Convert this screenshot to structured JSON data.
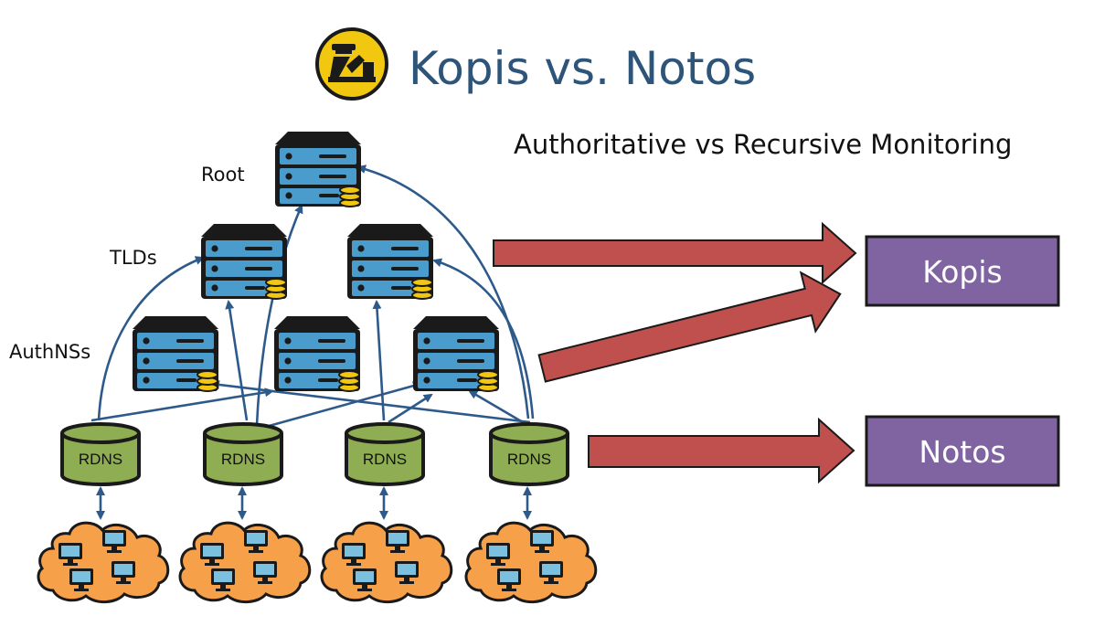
{
  "header": {
    "title": "Kopis vs. Notos",
    "logo_icon": "inspector-at-desk-icon",
    "subtitle": "Authoritative vs Recursive Monitoring"
  },
  "tiers": {
    "root": "Root",
    "tlds": "TLDs",
    "authns": "AuthNSs"
  },
  "resolvers": [
    "RDNS",
    "RDNS",
    "RDNS",
    "RDNS"
  ],
  "systems": {
    "kopis": "Kopis",
    "notos": "Notos"
  },
  "colors": {
    "title": "#2d5479",
    "server": "#4a9ccc",
    "database": "#8fad52",
    "cloud": "#f7a04a",
    "edge": "#2d5a8a",
    "big_arrow": "#c0504d",
    "system_box": "#8064a2",
    "logo": "#f2c70f"
  }
}
